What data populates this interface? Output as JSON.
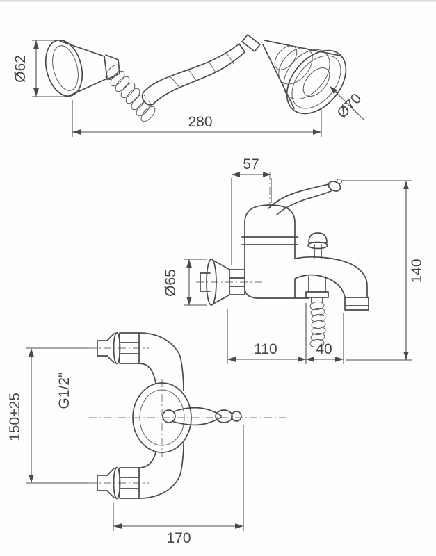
{
  "colors": {
    "line": "#4a4a4a",
    "background": "#fefefe"
  },
  "dims": {
    "length280": "280",
    "dia62": "Ø62",
    "dia70": "Ø70",
    "offset57": "57",
    "height140": "140",
    "dia65": "Ø65",
    "reach110": "110",
    "offset40": "40",
    "spacing150": "150±25",
    "thread": "G1/2\"",
    "width170": "170"
  }
}
